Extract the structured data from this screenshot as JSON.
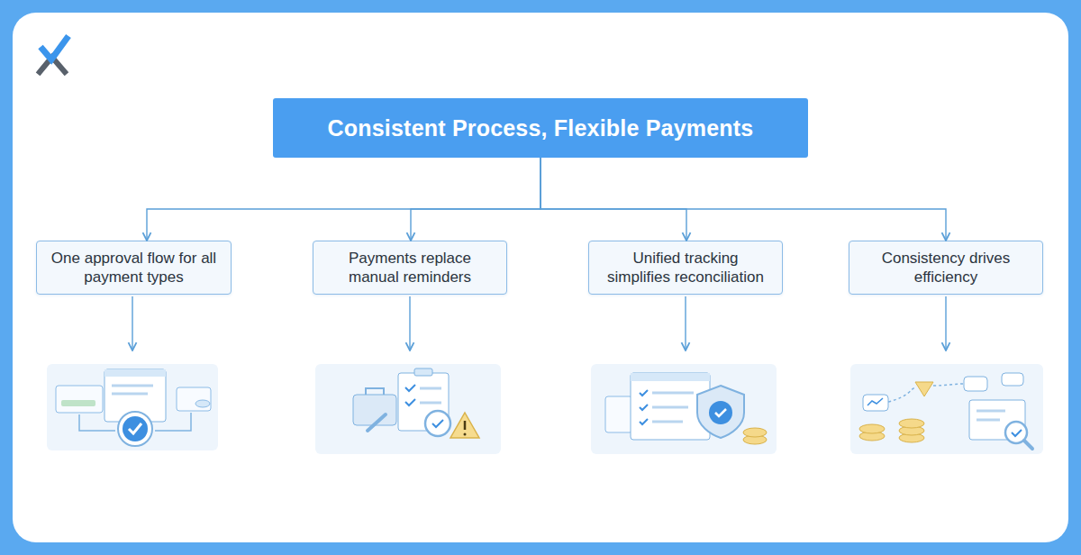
{
  "diagram": {
    "nodes": [
      {
        "text": [
          "Consistent Process, Flexible Payments"
        ]
      },
      {
        "text": [
          "One approval flow for all payment types"
        ]
      },
      {
        "text": [
          "Payments replace manual reminders"
        ]
      },
      {
        "text": [
          "Unified tracking simplifies reconciliation"
        ]
      },
      {
        "text": [
          "Consistency drives efficiency"
        ]
      }
    ],
    "edges": [
      {
        "from": 0,
        "to": 1,
        "arrow": "to"
      },
      {
        "from": 0,
        "to": 2,
        "arrow": "to"
      },
      {
        "from": 0,
        "to": 3,
        "arrow": "to"
      },
      {
        "from": 0,
        "to": 4,
        "arrow": "to"
      }
    ]
  }
}
